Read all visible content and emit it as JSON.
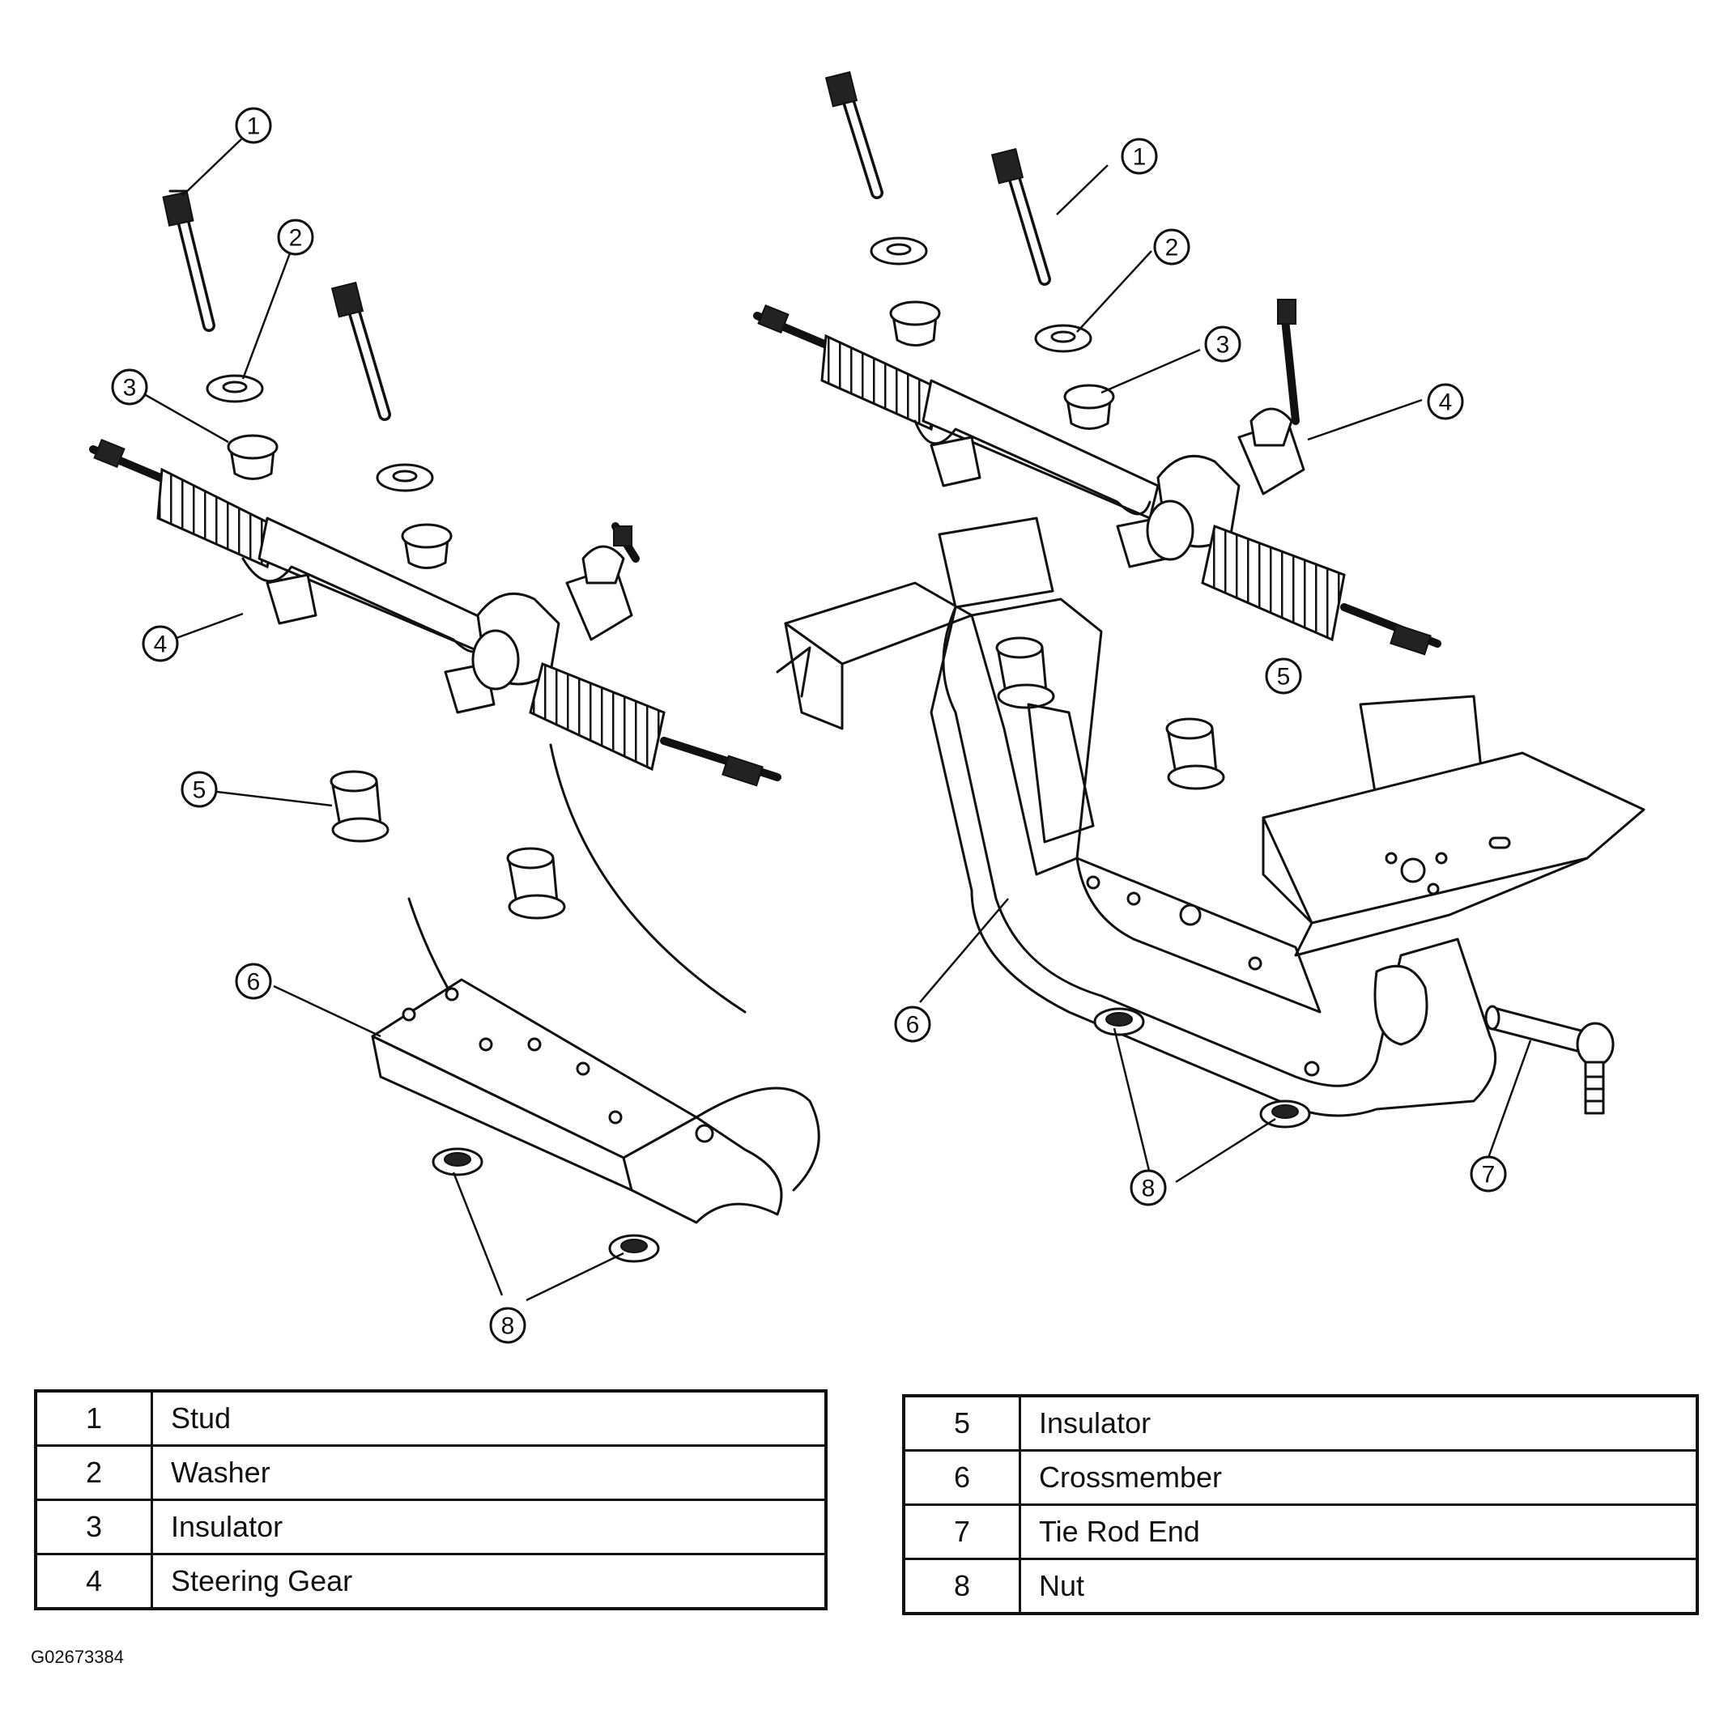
{
  "callouts": {
    "c1": "1",
    "c2": "2",
    "c3": "3",
    "c4": "4",
    "c5": "5",
    "c6": "6",
    "c7": "7",
    "c8": "8"
  },
  "legend": {
    "left": [
      {
        "num": "1",
        "name": "Stud"
      },
      {
        "num": "2",
        "name": "Washer"
      },
      {
        "num": "3",
        "name": "Insulator"
      },
      {
        "num": "4",
        "name": "Steering Gear"
      }
    ],
    "right": [
      {
        "num": "5",
        "name": "Insulator"
      },
      {
        "num": "6",
        "name": "Crossmember"
      },
      {
        "num": "7",
        "name": "Tie Rod End"
      },
      {
        "num": "8",
        "name": "Nut"
      }
    ]
  },
  "figure_id": "G02673384"
}
